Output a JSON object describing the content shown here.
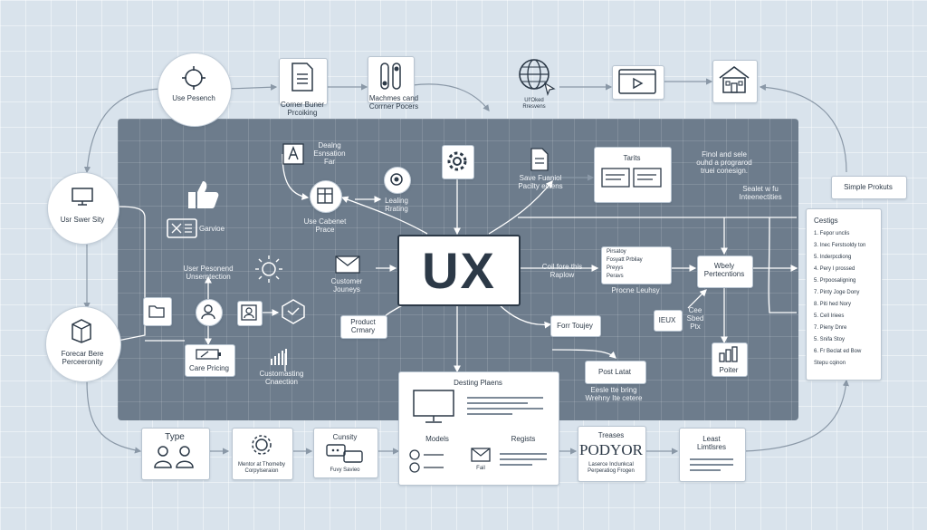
{
  "colors": {
    "panel": "#6d7c8c",
    "ink": "#2c3947",
    "card": "#ffffff",
    "line": "#ffffff"
  },
  "center": {
    "label": "UX"
  },
  "outer": {
    "research": "Use Pesench",
    "content_1": "Corner Buner",
    "content_2": "Prcoiking",
    "machines_1": "Machmes cand",
    "machines_2": "Corrner Pocers",
    "web_1": "UI'Oked",
    "web_2": "Rresvens",
    "story": "Usr Swer Sity",
    "framework_1": "Forecar Bere",
    "framework_2": "Perceeronity",
    "simple": "Simple Prokuts",
    "type": "Type",
    "mentor_1": "Mentor at Thomeby",
    "mentor_2": "Corpylseraion",
    "curiosity": "Cunsity",
    "curiosity_sub": "Fuvy Savieo",
    "treasure_title": "Treases",
    "treasure_big": "PODYOR",
    "treasure_sub_1": "Laserce Inclunkcal",
    "treasure_sub_2": "Perperatiog Frogen",
    "least_1": "Least",
    "least_2": "Limtlsres"
  },
  "inner": {
    "design_1": "Dealng",
    "design_2": "Esnsation",
    "design_3": "Far",
    "gaming": "Garvioe",
    "use_cabinet_1": "Use Cabenet",
    "use_cabinet_2": "Prace",
    "landing_1": "Lealing",
    "landing_2": "Rrating",
    "save_1": "Save Fuaniol",
    "save_2": "Pacilty ectens",
    "tarits": "Tarits",
    "final_1": "Finol and sele",
    "final_2": "ouhd a prograrod",
    "final_3": "truei conesign.",
    "sealet_1": "Sealet w fu",
    "sealet_2": "Inteenectities",
    "personal_1": "User Pesonend",
    "personal_2": "Unserntection",
    "customer_1": "Customer",
    "customer_2": "Jouneys",
    "care": "Care Pricing",
    "product_1": "Product",
    "product_2": "Crmary",
    "customizing_1": "Customasting",
    "customizing_2": "Cnaection",
    "coil_1": "Coil fore this",
    "coil_2": "Raplow",
    "prone": "Procne Leuhsy",
    "for_toujey": "Forr Toujey",
    "idex": "IEUX",
    "cee_1": "Cee",
    "cee_2": "Sbed",
    "cee_3": "Ptx",
    "webly_1": "Wbely",
    "webly_2": "Pertecntions",
    "poiter": "Poiter",
    "post_1": "Post Latat",
    "post_2": "Eesle tte bring",
    "post_3": "Wrehny Ite cetere"
  },
  "checklist_items": [
    "Pirsatoy",
    "Fosyatt Prbilay",
    "Preyys",
    "Peravs"
  ],
  "designs_card": {
    "title": "Desting Plaens",
    "models": "Models",
    "regists": "Regists",
    "fail": "Fail"
  },
  "settings_panel": {
    "title": "Cestigs",
    "items": [
      "1. Fepor unclis",
      "3. Inec Ferstsoldy ton",
      "5. Inderpcdiong",
      "4. Pery I prossed",
      "5. Prpoosaligning",
      "7. Pinty Joge Dony",
      "8. Piti hed Nory",
      "5. Cell Iriees",
      "7. Pieny Dnre",
      "5. Snifa Stoy",
      "6. Fr Beclat ed Bow",
      "Stepu cqinon"
    ]
  }
}
